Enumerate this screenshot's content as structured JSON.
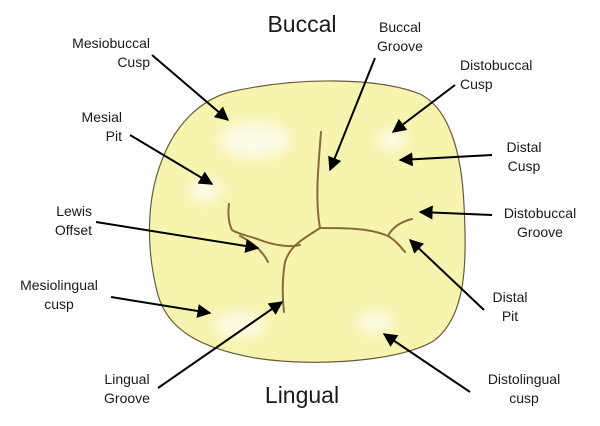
{
  "headings": {
    "top": "Buccal",
    "bottom": "Lingual"
  },
  "labels": {
    "mesiobuccal_cusp": [
      "Mesiobuccal",
      "Cusp"
    ],
    "buccal_groove": [
      "Buccal",
      "Groove"
    ],
    "distobuccal_cusp": [
      "Distobuccal",
      "Cusp"
    ],
    "mesial_pit": [
      "Mesial",
      "Pit"
    ],
    "distal_cusp": [
      "Distal",
      "Cusp"
    ],
    "lewis_offset": [
      "Lewis",
      "Offset"
    ],
    "distobuccal_groove": [
      "Distobuccal",
      "Groove"
    ],
    "mesiolingual_cusp": [
      "Mesiolingual",
      "cusp"
    ],
    "distal_pit": [
      "Distal",
      "Pit"
    ],
    "lingual_groove": [
      "Lingual",
      "Groove"
    ],
    "distolingual_cusp": [
      "Distolingual",
      "cusp"
    ]
  },
  "colors": {
    "tooth_fill": "#f7f4b0",
    "tooth_outline": "#6b5a3a",
    "groove": "#8a6a3a",
    "highlight": "#fcfbe6",
    "arrow": "#000000"
  }
}
